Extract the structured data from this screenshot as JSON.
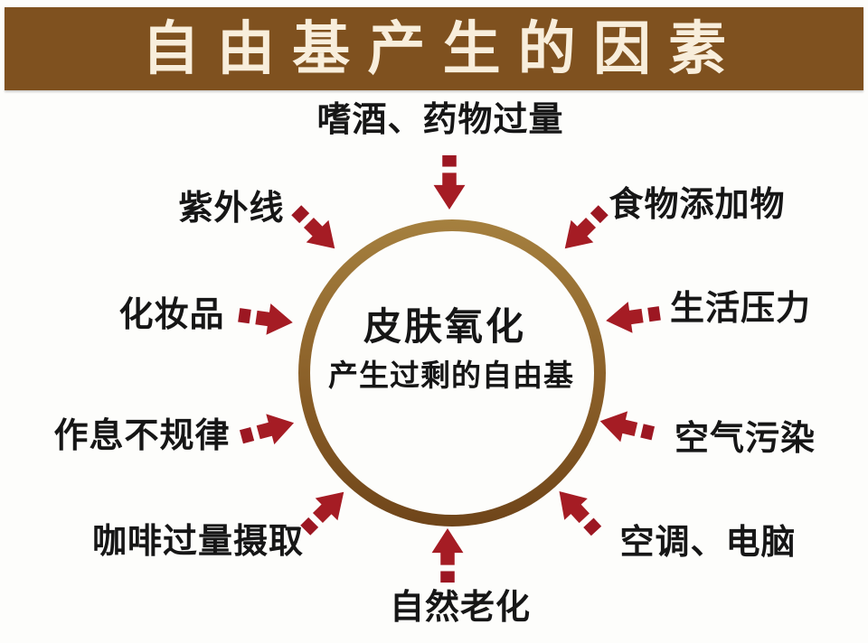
{
  "title": "自由基产生的因素",
  "colors": {
    "background": "#fdfdfb",
    "banner_bg": "#7f511f",
    "banner_text": "#f8eedc",
    "ring_top": "#a5803f",
    "ring_mid": "#8a5f28",
    "ring_bottom": "#6f451a",
    "arrow": "#9c1722",
    "arrow_head": "#a51c24",
    "label": "#161616"
  },
  "center": {
    "line1": "皮肤氧化",
    "line2": "产生过剩的自由基"
  },
  "factors": [
    {
      "id": "alcohol-drugs",
      "label": "嗜酒、药物过量",
      "position": "top",
      "arrow_direction": "down"
    },
    {
      "id": "uv-rays",
      "label": "紫外线",
      "position": "upper-left",
      "arrow_direction": "down-right"
    },
    {
      "id": "food-additives",
      "label": "食物添加物",
      "position": "upper-right",
      "arrow_direction": "down-left"
    },
    {
      "id": "cosmetics",
      "label": "化妆品",
      "position": "left",
      "arrow_direction": "right"
    },
    {
      "id": "life-stress",
      "label": "生活压力",
      "position": "right",
      "arrow_direction": "left"
    },
    {
      "id": "irregular-schedule",
      "label": "作息不规律",
      "position": "lower-left",
      "arrow_direction": "right-up"
    },
    {
      "id": "air-pollution",
      "label": "空气污染",
      "position": "lower-right",
      "arrow_direction": "left-up"
    },
    {
      "id": "coffee-excess",
      "label": "咖啡过量摄取",
      "position": "bottom-left",
      "arrow_direction": "up-right"
    },
    {
      "id": "ac-computer",
      "label": "空调、电脑",
      "position": "bottom-right",
      "arrow_direction": "up-left"
    },
    {
      "id": "natural-aging",
      "label": "自然老化",
      "position": "bottom",
      "arrow_direction": "up"
    }
  ]
}
